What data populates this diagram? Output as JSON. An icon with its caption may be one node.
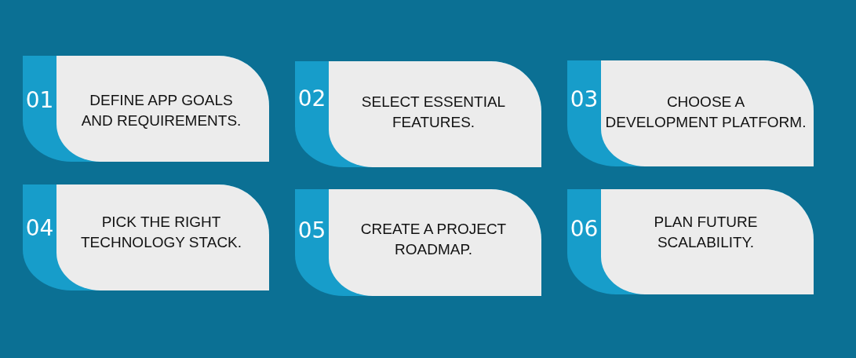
{
  "diagram": {
    "nodes": [
      {
        "text": [
          "01",
          "DEFINE APP GOALS AND REQUIREMENTS."
        ]
      },
      {
        "text": [
          "02",
          "SELECT ESSENTIAL FEATURES."
        ]
      },
      {
        "text": [
          "03",
          "CHOOSE A DEVELOPMENT PLATFORM."
        ]
      },
      {
        "text": [
          "04",
          "PICK THE RIGHT TECHNOLOGY STACK."
        ]
      },
      {
        "text": [
          "05",
          "CREATE A PROJECT ROADMAP."
        ]
      },
      {
        "text": [
          "06",
          "PLAN FUTURE SCALABILITY."
        ]
      }
    ]
  }
}
